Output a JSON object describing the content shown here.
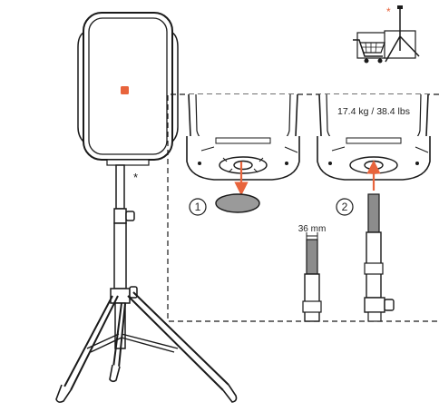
{
  "asterisk_note": "*",
  "cart_asterisk": "*",
  "weight_label": "17.4 kg / 38.4 lbs",
  "pole_diameter_label": "36 mm",
  "step1_number": "1",
  "step2_number": "2",
  "colors": {
    "accent_orange": "#e8643c",
    "logo_red": "#e8643c",
    "line": "#1a1a1a",
    "pole_gray": "#8c8c8c",
    "cap_gray": "#9a9a9a"
  },
  "icons": {
    "cart": "shopping-cart-icon",
    "stand": "tripod-stand-icon",
    "arrow": "arrow-icon"
  }
}
